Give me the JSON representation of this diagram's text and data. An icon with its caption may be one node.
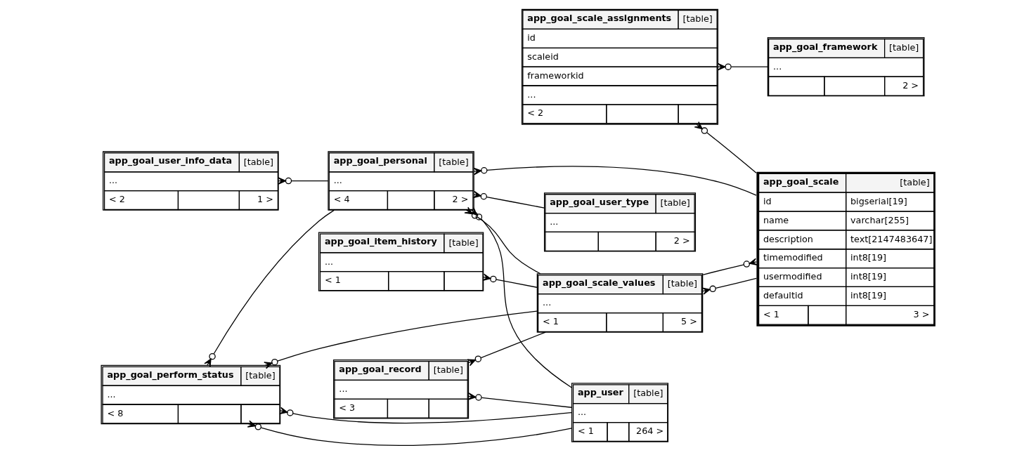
{
  "diagram": {
    "nodes": [
      {
        "text": [
          "app_goal_framework",
          "[table]",
          "...",
          "2 >"
        ]
      },
      {
        "text": [
          "app_goal_scale_assignments",
          "[table]",
          "id",
          "scaleid",
          "frameworkid",
          "...",
          "< 2"
        ]
      },
      {
        "text": [
          "app_goal_user_type",
          "[table]",
          "...",
          "2 >"
        ]
      },
      {
        "text": [
          "app_goal_scale",
          "[table]",
          "id",
          "bigserial[19]",
          "name",
          "varchar[255]",
          "description",
          "text[2147483647]",
          "timemodified",
          "int8[19]",
          "usermodified",
          "int8[19]",
          "defaultid",
          "int8[19]",
          "< 1",
          "3 >"
        ]
      },
      {
        "text": [
          "app_goal_personal",
          "[table]",
          "...",
          "< 4",
          "2 >"
        ]
      },
      {
        "text": [
          "app_goal_user_info_data",
          "[table]",
          "...",
          "< 2",
          "1 >"
        ]
      },
      {
        "text": [
          "app_goal_item_history",
          "[table]",
          "...",
          "< 1"
        ]
      },
      {
        "text": [
          "app_goal_scale_values",
          "[table]",
          "...",
          "< 1",
          "5 >"
        ]
      },
      {
        "text": [
          "app_goal_record",
          "[table]",
          "...",
          "< 3"
        ]
      },
      {
        "text": [
          "app_goal_perform_status",
          "[table]",
          "...",
          "< 8"
        ]
      },
      {
        "text": [
          "app_user",
          "[table]",
          "...",
          "< 1",
          "264 >"
        ]
      }
    ],
    "edges": [
      {
        "from": 0,
        "to": 1,
        "arrow": "other"
      },
      {
        "from": 3,
        "to": 1,
        "arrow": "other"
      },
      {
        "from": 2,
        "to": 4,
        "arrow": "other"
      },
      {
        "from": 3,
        "to": 4,
        "arrow": "other"
      },
      {
        "from": 3,
        "to": 7,
        "arrow": "other"
      },
      {
        "from": 7,
        "to": 3,
        "arrow": "other"
      },
      {
        "from": 4,
        "to": 5,
        "arrow": "other"
      },
      {
        "from": 7,
        "to": 4,
        "arrow": "other"
      },
      {
        "from": 10,
        "to": 4,
        "arrow": "other"
      },
      {
        "from": 7,
        "to": 6,
        "arrow": "other"
      },
      {
        "from": 7,
        "to": 9,
        "arrow": "other"
      },
      {
        "from": 4,
        "to": 9,
        "arrow": "other"
      },
      {
        "from": 7,
        "to": 8,
        "arrow": "other"
      },
      {
        "from": 10,
        "to": 8,
        "arrow": "other"
      },
      {
        "from": 10,
        "to": 9,
        "arrow": "other"
      },
      {
        "from": 10,
        "to": 9,
        "arrow": "other"
      }
    ]
  }
}
